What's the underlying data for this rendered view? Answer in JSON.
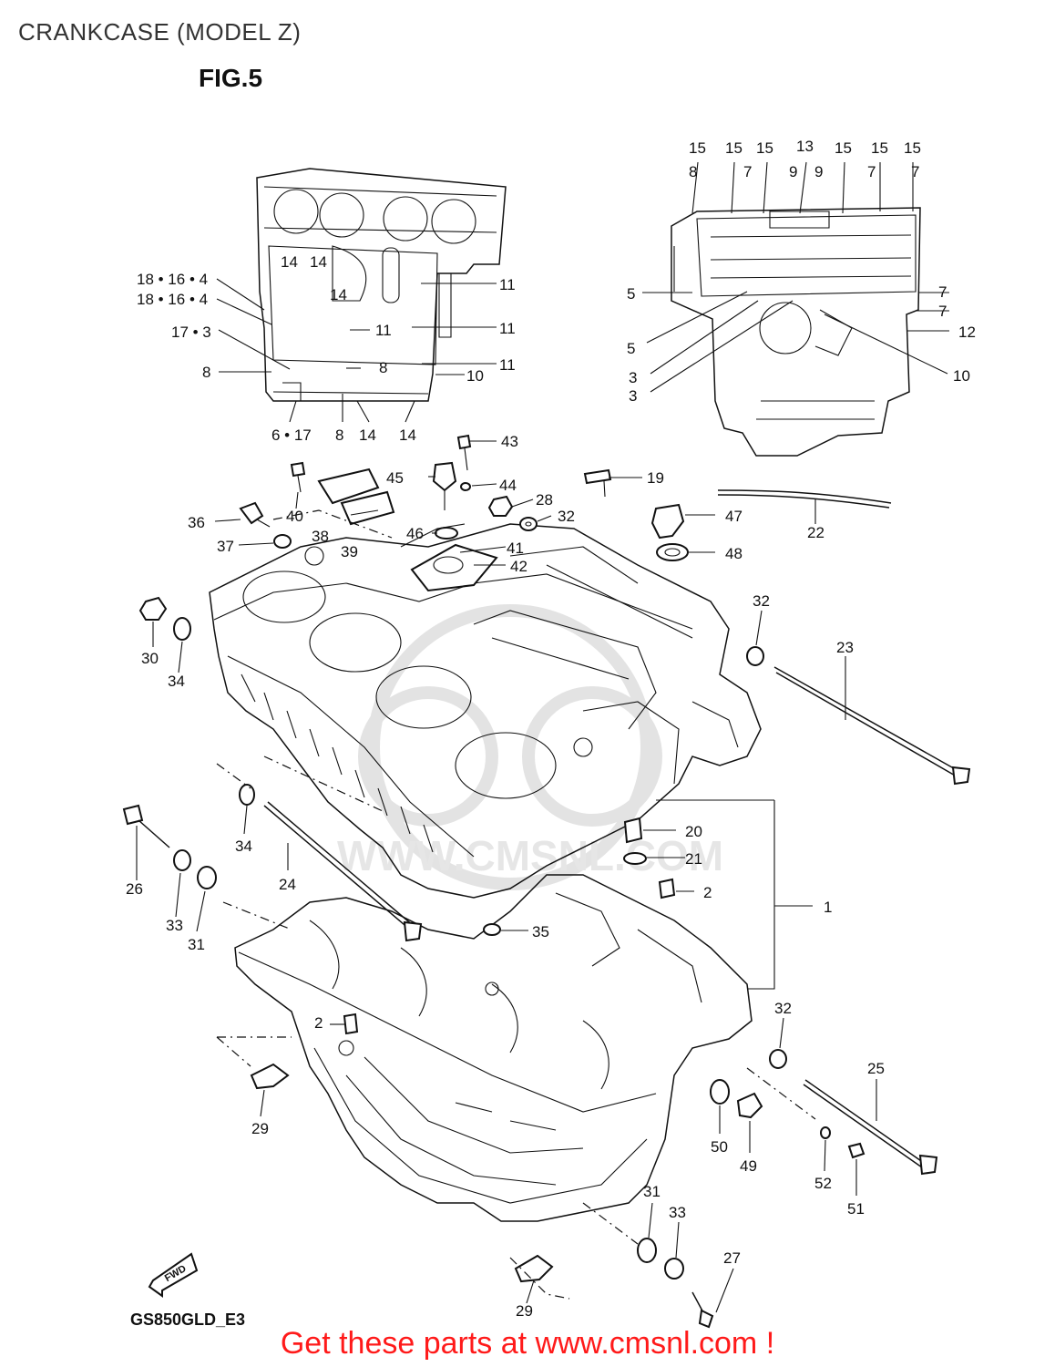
{
  "title": "CRANKCASE (MODEL Z)",
  "figure": "FIG.5",
  "model_code": "GS850GLD_E3",
  "forward_label": "FWD",
  "watermark_text": "WWW.CMSNL.COM",
  "footer_text": "Get these parts at www.cmsnl.com !",
  "callouts": {
    "tl_18_16_4_a": "18 • 16 • 4",
    "tl_18_16_4_b": "18 • 16 • 4",
    "tl_17_3": "17 • 3",
    "tl_8": "8",
    "tl_6_17": "6 • 17",
    "tl_8b": "8",
    "tl_14a": "14",
    "tl_14b": "14",
    "tl_14c": "14",
    "tl_14d": "14",
    "tl_14e": "14",
    "tl_11a": "11",
    "tl_11b": "11",
    "tl_11c": "11",
    "tl_11d": "11",
    "tl_8c": "8",
    "tl_10": "10",
    "tr_15a": "15",
    "tr_15b": "15",
    "tr_15c": "15",
    "tr_13": "13",
    "tr_15d": "15",
    "tr_15e": "15",
    "tr_15f": "15",
    "tr_8": "8",
    "tr_7a": "7",
    "tr_9a": "9",
    "tr_9b": "9",
    "tr_7b": "7",
    "tr_7c": "7",
    "tr_5a": "5",
    "tr_5b": "5",
    "tr_3a": "3",
    "tr_3b": "3",
    "tr_7d": "7",
    "tr_7e": "7",
    "tr_12": "12",
    "tr_10": "10",
    "p43": "43",
    "p45": "45",
    "p44": "44",
    "p19": "19",
    "p28": "28",
    "p32a": "32",
    "p47": "47",
    "p22": "22",
    "p40": "40",
    "p36": "36",
    "p38": "38",
    "p37": "37",
    "p39": "39",
    "p46": "46",
    "p41": "41",
    "p42": "42",
    "p48": "48",
    "p32b": "32",
    "p23": "23",
    "p30": "30",
    "p34a": "34",
    "p34b": "34",
    "p20": "20",
    "p21": "21",
    "p2a": "2",
    "p1": "1",
    "p26": "26",
    "p24": "24",
    "p33a": "33",
    "p31a": "31",
    "p35": "35",
    "p2b": "2",
    "p32c": "32",
    "p25": "25",
    "p29a": "29",
    "p50": "50",
    "p49": "49",
    "p52": "52",
    "p51": "51",
    "p31b": "31",
    "p33b": "33",
    "p27": "27",
    "p29b": "29"
  }
}
